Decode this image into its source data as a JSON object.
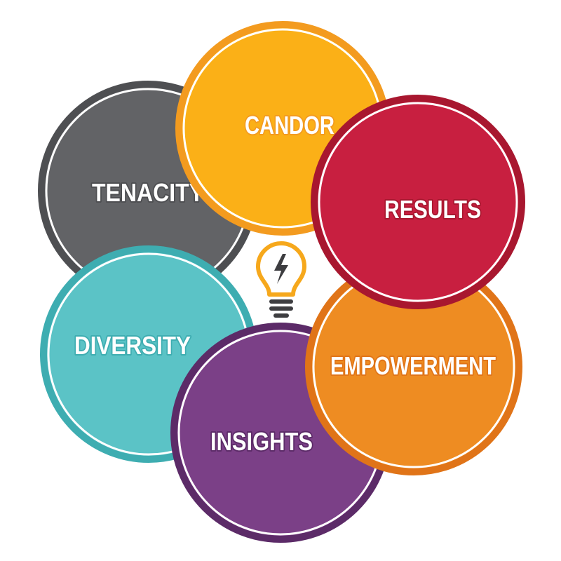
{
  "diagram": {
    "center_icon": "lightbulb-lightning-icon",
    "circles": [
      {
        "key": "tenacity",
        "label": "TENACITY",
        "fill": "#626366",
        "edge": "#4e4f52"
      },
      {
        "key": "candor",
        "label": "CANDOR",
        "fill": "#fbb017",
        "edge": "#f39b1f"
      },
      {
        "key": "diversity",
        "label": "DIVERSITY",
        "fill": "#5bc3c6",
        "edge": "#3eadb1"
      },
      {
        "key": "insights",
        "label": "INSIGHTS",
        "fill": "#7b4087",
        "edge": "#5c2b68"
      },
      {
        "key": "empowerment",
        "label": "EMPOWERMENT",
        "fill": "#ee8c22",
        "edge": "#e07418"
      },
      {
        "key": "results",
        "label": "RESULTS",
        "fill": "#c81f40",
        "edge": "#a8172f"
      }
    ],
    "icon_colors": {
      "bulb": "#f6a81c",
      "bolt": "#3d3d40",
      "base": "#3d3d40"
    }
  }
}
